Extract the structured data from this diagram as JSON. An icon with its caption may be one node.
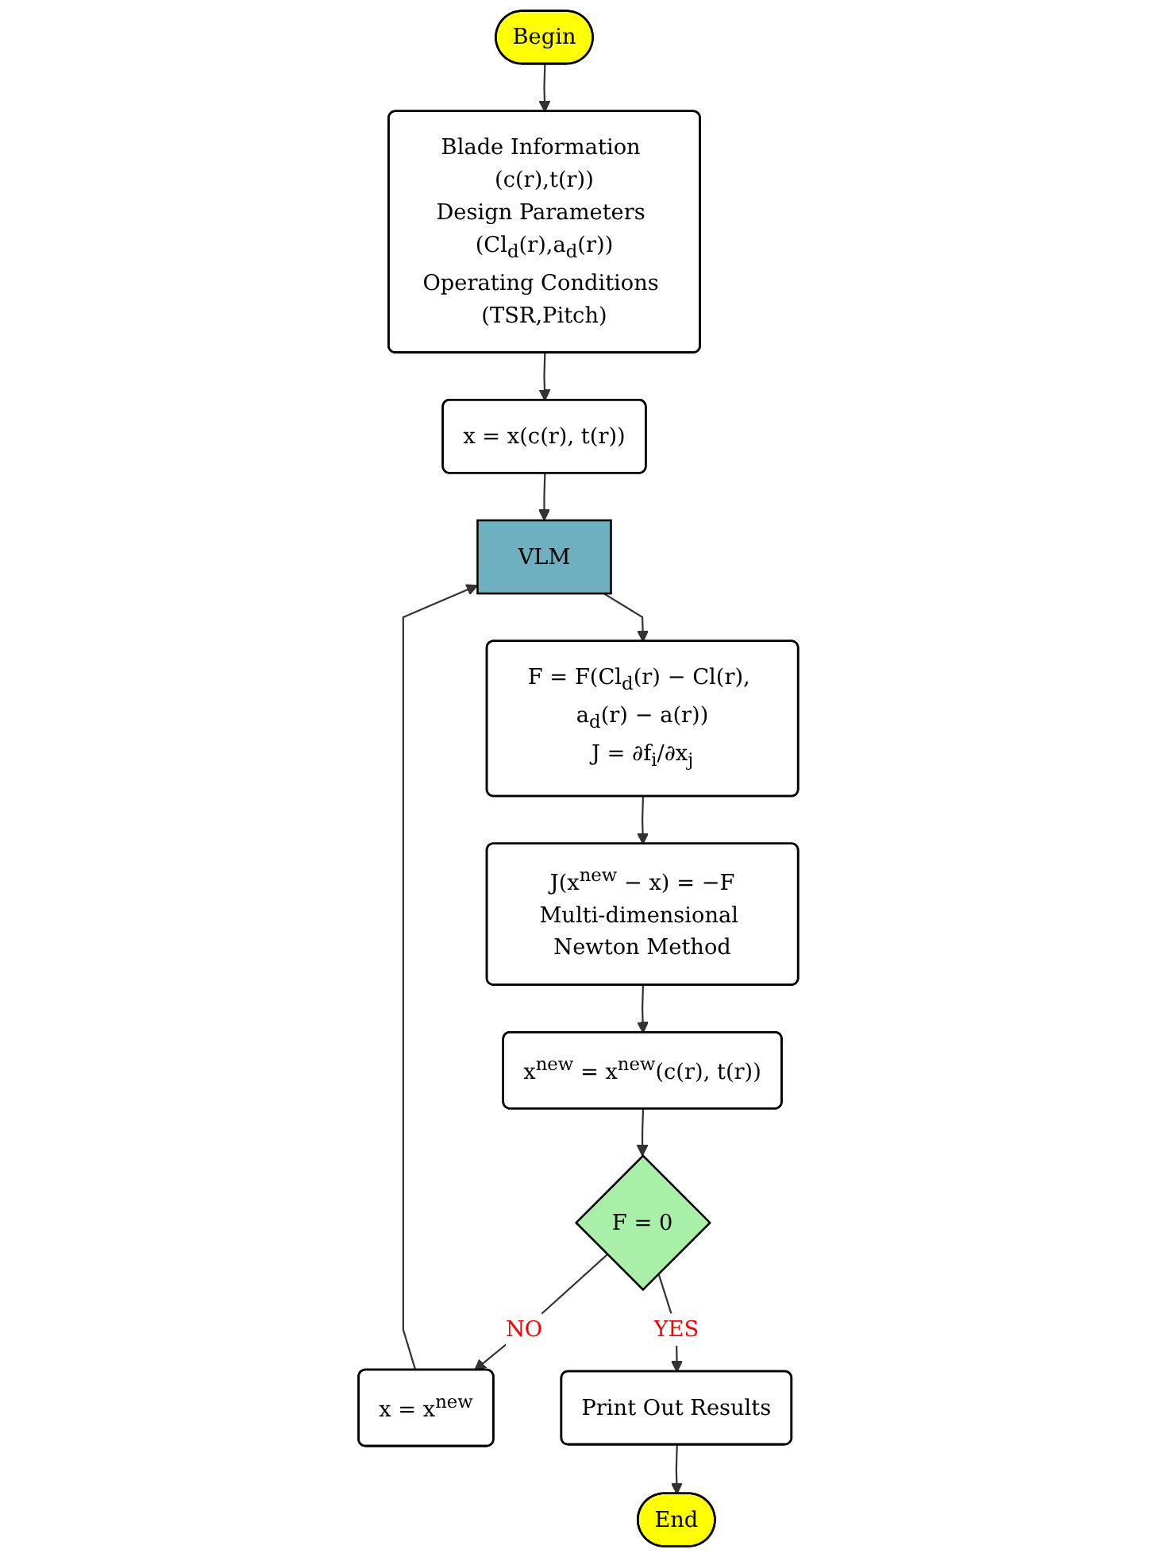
{
  "diagram": {
    "nodes": [
      {
        "text": [
          "Begin"
        ]
      },
      {
        "text": [
          "Blade Information (c(r),t(r))",
          "Design Parameters (Cl$_{d}$(r),a$_{d}$(r))",
          "Operating Conditions (TSR,Pitch)"
        ]
      },
      {
        "text": [
          "x = x(c(r), t(r))"
        ]
      },
      {
        "text": [
          "VLM"
        ]
      },
      {
        "text": [
          "F = F(Cl$_{d}$(r) − Cl(r), a$_{d}$(r) − a(r))",
          "J = ∂f$_{i}$/∂x$_{j}$"
        ]
      },
      {
        "text": [
          "J(x$^{new}$ − x) = −F",
          "Multi-dimensional Newton Method"
        ]
      },
      {
        "text": [
          "x$^{new}$ = x$^{new}$(c(r), t(r))"
        ]
      },
      {
        "text": [
          "F = 0"
        ]
      },
      {
        "text": [
          "x = x$^{new}$"
        ]
      },
      {
        "text": [
          "Print Out Results"
        ]
      },
      {
        "text": [
          "End"
        ]
      }
    ],
    "edges": [
      {
        "from": 0,
        "to": 1,
        "arrow": "to"
      },
      {
        "from": 1,
        "to": 2,
        "arrow": "to"
      },
      {
        "from": 2,
        "to": 3,
        "arrow": "to"
      },
      {
        "from": 3,
        "to": 4,
        "arrow": "to"
      },
      {
        "from": 4,
        "to": 5,
        "arrow": "to"
      },
      {
        "from": 5,
        "to": 6,
        "arrow": "to"
      },
      {
        "from": 6,
        "to": 7,
        "arrow": "to"
      },
      {
        "from": 7,
        "to": 8,
        "label": "NO",
        "arrow": "to"
      },
      {
        "from": 8,
        "to": 3,
        "arrow": "to"
      },
      {
        "from": 7,
        "to": 9,
        "label": "YES",
        "arrow": "to"
      },
      {
        "from": 9,
        "to": 10,
        "arrow": "to"
      }
    ]
  }
}
